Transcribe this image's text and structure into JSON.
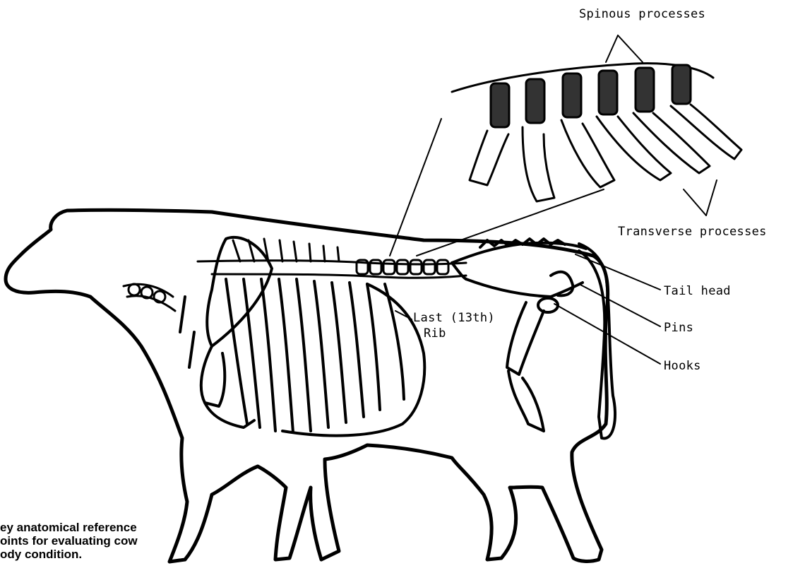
{
  "labels": {
    "spinous": "Spinous processes",
    "transverse": "Transverse processes",
    "tail_head": "Tail head",
    "pins": "Pins",
    "hooks": "Hooks",
    "last_rib_line1": "Last (13th)",
    "last_rib_line2": "Rib"
  },
  "caption": {
    "line1": "ey anatomical reference",
    "line2": "oints for evaluating cow",
    "line3": "ody condition."
  }
}
